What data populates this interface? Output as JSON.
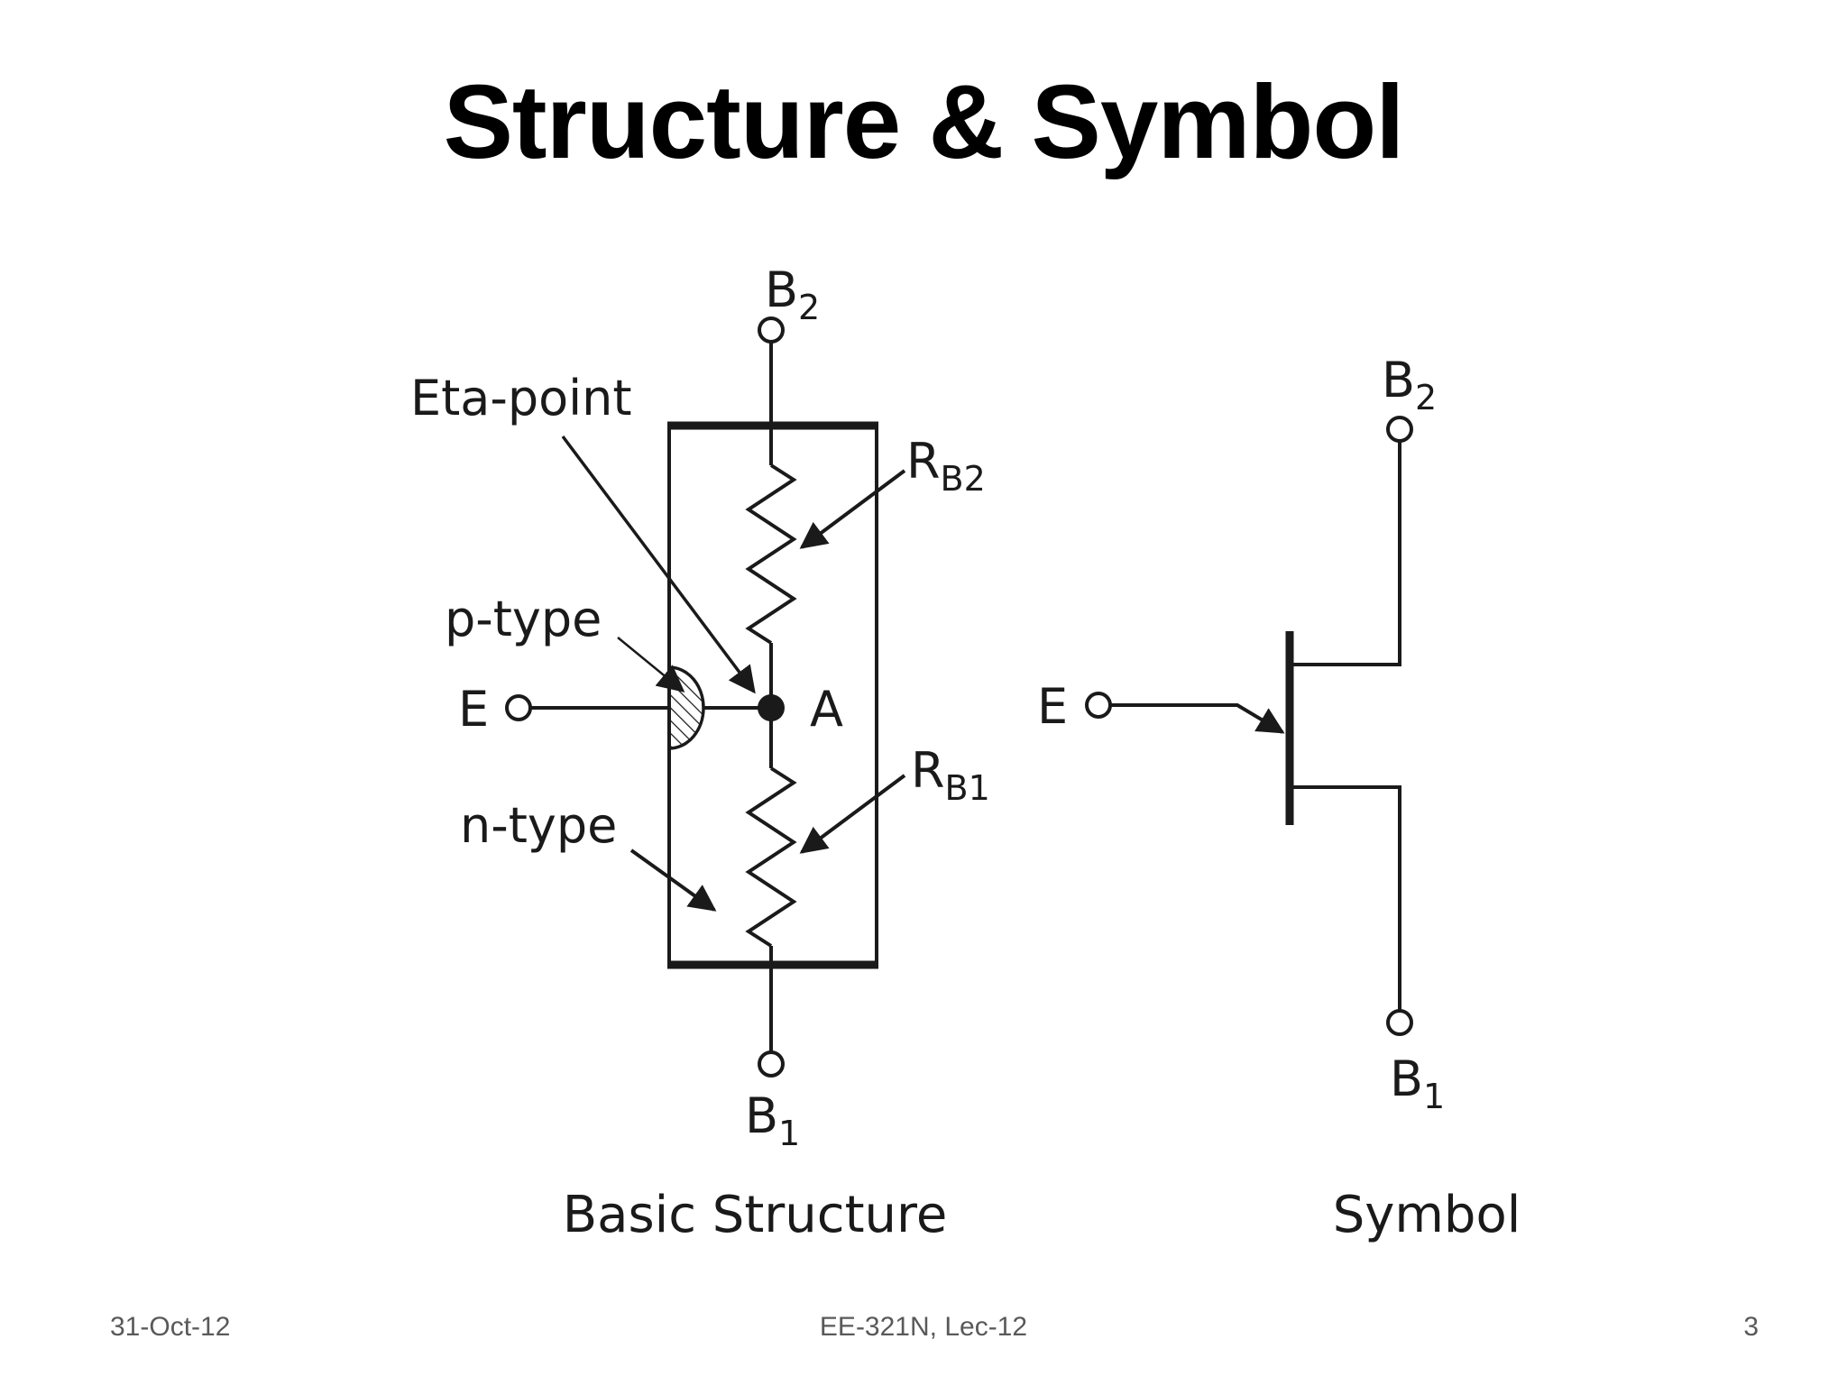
{
  "slide": {
    "title": "Structure & Symbol"
  },
  "structure": {
    "caption": "Basic Structure",
    "terminal_b2": {
      "main": "B",
      "sub": "2"
    },
    "terminal_b1": {
      "main": "B",
      "sub": "1"
    },
    "terminal_e": "E",
    "point_a": "A",
    "eta_point_label": "Eta-point",
    "p_type_label": "p-type",
    "n_type_label": "n-type",
    "rb2": {
      "main": "R",
      "sub": "B2"
    },
    "rb1": {
      "main": "R",
      "sub": "B1"
    }
  },
  "symbol": {
    "caption": "Symbol",
    "terminal_b2": {
      "main": "B",
      "sub": "2"
    },
    "terminal_b1": {
      "main": "B",
      "sub": "1"
    },
    "terminal_e": "E"
  },
  "footer": {
    "date": "31-Oct-12",
    "course": "EE-321N, Lec-12",
    "page": "3"
  },
  "colors": {
    "line": "#1a1a1a",
    "footer_text": "#595959"
  }
}
